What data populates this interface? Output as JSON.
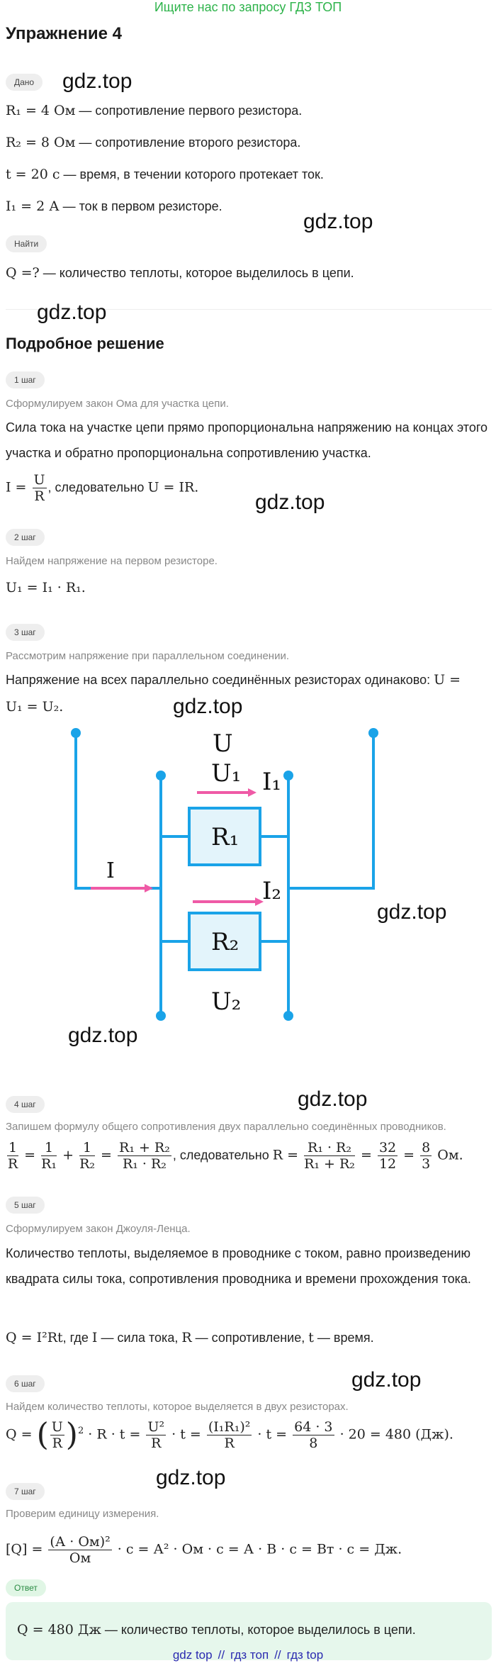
{
  "banner": "Ищите нас по запросу ГДЗ ТОП",
  "title": "Упражнение 4",
  "watermark": "gdz.top",
  "given": {
    "pill": "Дано",
    "r1": {
      "math": "R₁ = 4 Ом",
      "text": " — сопротивление первого резистора."
    },
    "r2": {
      "math": "R₂ = 8 Ом",
      "text": " — сопротивление второго резистора."
    },
    "t": {
      "math": "t = 20 с",
      "text": " — время, в течении которого протекает ток."
    },
    "i1": {
      "math": "I₁ = 2 А",
      "text": " — ток в первом резисторе."
    }
  },
  "find": {
    "pill": "Найти",
    "math": "Q =?",
    "text": " — количество теплоты, которое выделилось в цепи."
  },
  "solution_title": "Подробное решение",
  "steps": [
    {
      "pill": "1 шаг",
      "hint": "Сформулируем закон Ома для участка цепи.",
      "text": "Сила тока на участке цепи прямо пропорциональна напряжению на концах этого участка и обратно пропорциональна сопротивлению участка.",
      "f_lhs": "I =",
      "f_num": "U",
      "f_den": "R",
      "f_mid": ", следовательно ",
      "f_rhs": "U = IR."
    },
    {
      "pill": "2 шаг",
      "hint": "Найдем напряжение на первом резисторе.",
      "formula": "U₁ = I₁ · R₁."
    },
    {
      "pill": "3 шаг",
      "hint": "Рассмотрим напряжение при параллельном соединении.",
      "text": "Напряжение на всех параллельно соединённых резисторах одинаково:",
      "f_inline": "U =",
      "f_second": "U₁ = U₂."
    },
    {
      "pill": "4 шаг",
      "hint": "Запишем формулу общего сопротивления двух параллельно соединённых проводников.",
      "a_num": "1",
      "a_den": "R",
      "eq": "=",
      "b_num": "1",
      "b_den": "R₁",
      "plus": "+",
      "c_num": "1",
      "c_den": "R₂",
      "d_num": "R₁ + R₂",
      "d_den": "R₁ · R₂",
      "mid": ", следовательно ",
      "r_lhs": "R =",
      "e_num": "R₁ · R₂",
      "e_den": "R₁ + R₂",
      "f_num": "32",
      "f_den": "12",
      "g_num": "8",
      "g_den": "3",
      "unit": "Ом."
    },
    {
      "pill": "5 шаг",
      "hint": "Сформулируем закон Джоуля-Ленца.",
      "text": "Количество теплоты, выделяемое в проводнике с током, равно произведению квадрата силы тока, сопротивления проводника и времени прохождения тока.",
      "f_math": "Q = I²Rt",
      "f_text1": ", где ",
      "f_i": "I",
      "f_text2": " — сила тока, ",
      "f_r": "R",
      "f_text3": " — сопротивление, ",
      "f_t": "t",
      "f_text4": " — время."
    },
    {
      "pill": "6 шаг",
      "hint": "Найдем количество теплоты, которое выделяется в двух резисторах.",
      "q": "Q =",
      "p_num": "U",
      "p_den": "R",
      "sq": "2",
      "mul": "· R · t =",
      "a_num": "U²",
      "a_den": "R",
      "mul2": "· t =",
      "b_num": "(I₁R₁)²",
      "b_den": "R",
      "mul3": "· t =",
      "c_num": "64 · 3",
      "c_den": "8",
      "tail": "· 20 = 480 (Дж)."
    },
    {
      "pill": "7 шаг",
      "hint": "Проверим единицу измерения.",
      "lhs": "[Q] =",
      "num": "(А · Ом)²",
      "den": "Ом",
      "rhs": "· с = А² · Ом · с = А · В · с = Вт · с = Дж."
    }
  ],
  "diagram": {
    "label_u": "U",
    "label_u1": "U₁",
    "label_i1": "I₁",
    "label_r1": "R₁",
    "label_i": "I",
    "label_i2": "I₂",
    "label_r2": "R₂",
    "label_u2": "U₂",
    "wire_color": "#1aa3e8",
    "arrow_color": "#ef5aa6",
    "resistor_fill": "#e3f4fb"
  },
  "answer": {
    "pill": "Ответ",
    "math": "Q = 480 Дж",
    "text": " — количество теплоты, которое выделилось в цепи."
  },
  "footer": {
    "items": [
      "gdz top",
      "//",
      "гдз топ",
      "//",
      "гдз top"
    ]
  }
}
